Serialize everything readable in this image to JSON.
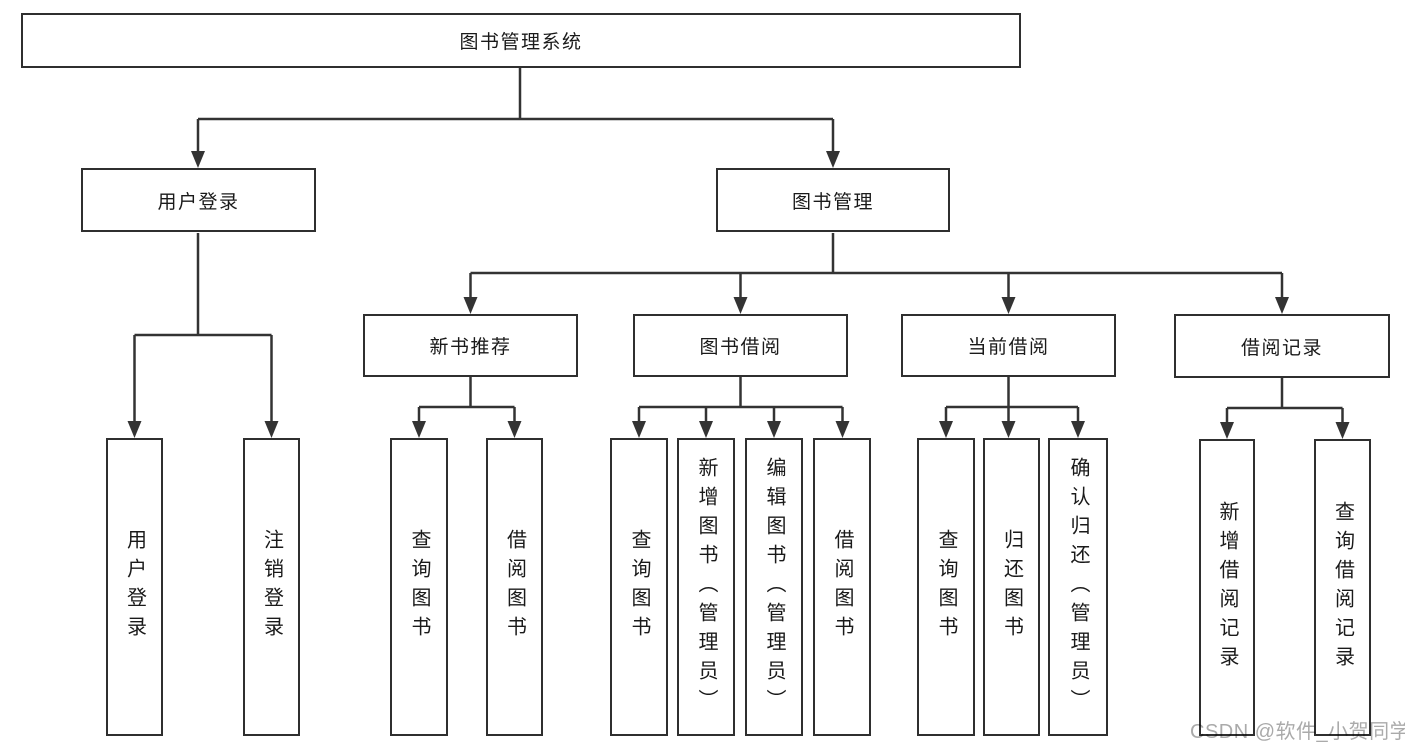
{
  "diagram": {
    "title": "图书管理系统",
    "tree": {
      "label": "图书管理系统",
      "children": [
        {
          "label": "用户登录",
          "children": [
            {
              "label": "用户登录"
            },
            {
              "label": "注销登录"
            }
          ]
        },
        {
          "label": "图书管理",
          "children": [
            {
              "label": "新书推荐",
              "children": [
                {
                  "label": "查询图书"
                },
                {
                  "label": "借阅图书"
                }
              ]
            },
            {
              "label": "图书借阅",
              "children": [
                {
                  "label": "查询图书"
                },
                {
                  "label": "新增图书（管理员）"
                },
                {
                  "label": "编辑图书（管理员）"
                },
                {
                  "label": "借阅图书"
                }
              ]
            },
            {
              "label": "当前借阅",
              "children": [
                {
                  "label": "查询图书"
                },
                {
                  "label": "归还图书"
                },
                {
                  "label": "确认归还（管理员）"
                }
              ]
            },
            {
              "label": "借阅记录",
              "children": [
                {
                  "label": "新增借阅记录"
                },
                {
                  "label": "查询借阅记录"
                }
              ]
            }
          ]
        }
      ]
    }
  },
  "watermark": "CSDN @软件_小贺同学",
  "colors": {
    "line": "#333333",
    "box_border": "#2f2f2f",
    "text": "#1a1a1a",
    "watermark_text": "#aaaaaa",
    "background": "#ffffff"
  }
}
